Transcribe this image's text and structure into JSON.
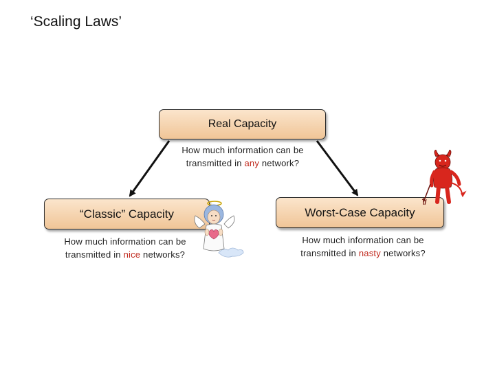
{
  "title": "‘Scaling Laws’",
  "real": {
    "label": "Real Capacity",
    "desc_line1": "How much information can be",
    "desc_line2_before": "transmitted in ",
    "desc_line2_highlight": "any",
    "desc_line2_after": " network?"
  },
  "classic": {
    "label": "“Classic” Capacity",
    "desc_line1": "How much information can be",
    "desc_line2_before": "transmitted in ",
    "desc_line2_highlight": "nice",
    "desc_line2_after": " networks?"
  },
  "worst": {
    "label": "Worst-Case Capacity",
    "desc_line1": "How much information can be",
    "desc_line2_before": "transmitted in ",
    "desc_line2_highlight": "nasty",
    "desc_line2_after": " networks?"
  },
  "colors": {
    "highlight": "#c0281c",
    "box_top": "#fbe5cc",
    "box_bottom": "#f0c597",
    "devil": "#d8261d"
  },
  "icons": {
    "angel": "angel-clipart-icon",
    "devil": "devil-clipart-icon"
  }
}
